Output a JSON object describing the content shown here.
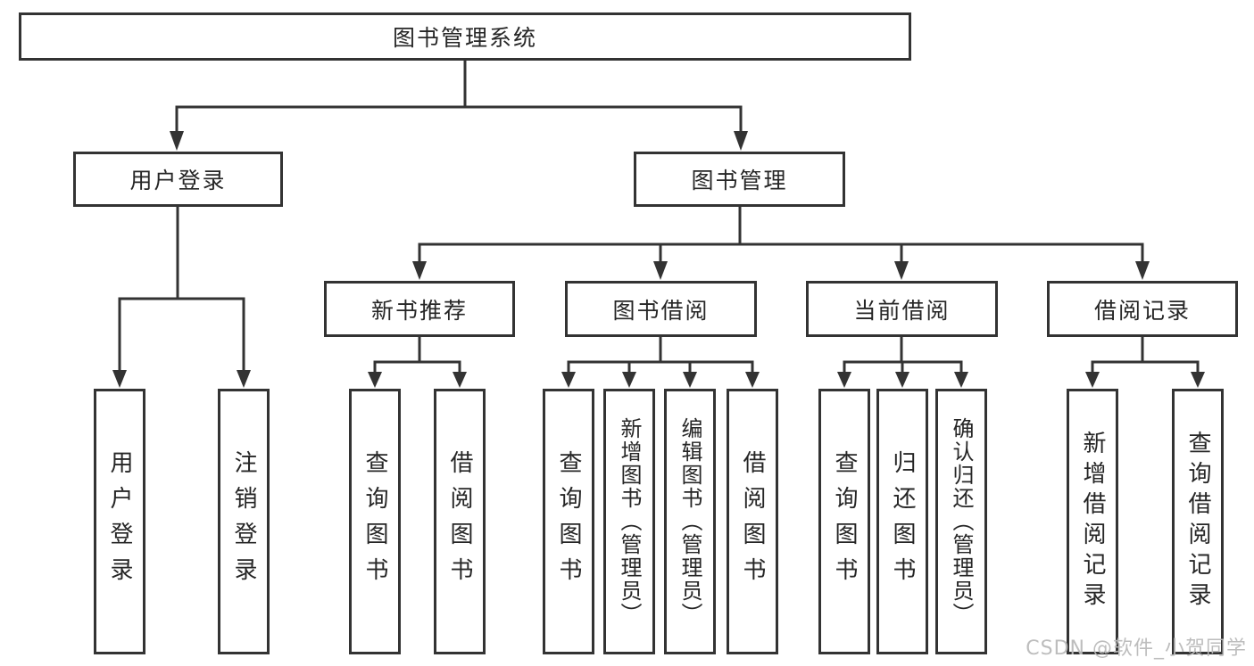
{
  "meta": {
    "background_color": "#ffffff",
    "line_color": "#333333",
    "text_color": "#262626",
    "watermark_color": "#b9b9b9"
  },
  "watermark": {
    "text": "CSDN @软件_小贺同学"
  },
  "diagram": {
    "root": {
      "label": "图书管理系统"
    },
    "level2": [
      {
        "label": "用户登录"
      },
      {
        "label": "图书管理"
      }
    ],
    "level3": [
      {
        "label": "新书推荐",
        "parent": "图书管理"
      },
      {
        "label": "图书借阅",
        "parent": "图书管理"
      },
      {
        "label": "当前借阅",
        "parent": "图书管理"
      },
      {
        "label": "借阅记录",
        "parent": "图书管理"
      }
    ],
    "leaves": [
      {
        "label": "用户登录",
        "parent": "用户登录"
      },
      {
        "label": "注销登录",
        "parent": "用户登录"
      },
      {
        "label": "查询图书",
        "parent": "新书推荐"
      },
      {
        "label": "借阅图书",
        "parent": "新书推荐"
      },
      {
        "label": "查询图书",
        "parent": "图书借阅"
      },
      {
        "label": "新增图书（管理员）",
        "parent": "图书借阅"
      },
      {
        "label": "编辑图书（管理员）",
        "parent": "图书借阅"
      },
      {
        "label": "借阅图书",
        "parent": "图书借阅"
      },
      {
        "label": "查询图书",
        "parent": "当前借阅"
      },
      {
        "label": "归还图书",
        "parent": "当前借阅"
      },
      {
        "label": "确认归还（管理员）",
        "parent": "当前借阅"
      },
      {
        "label": "新增借阅记录",
        "parent": "借阅记录"
      },
      {
        "label": "查询借阅记录",
        "parent": "借阅记录"
      }
    ]
  }
}
